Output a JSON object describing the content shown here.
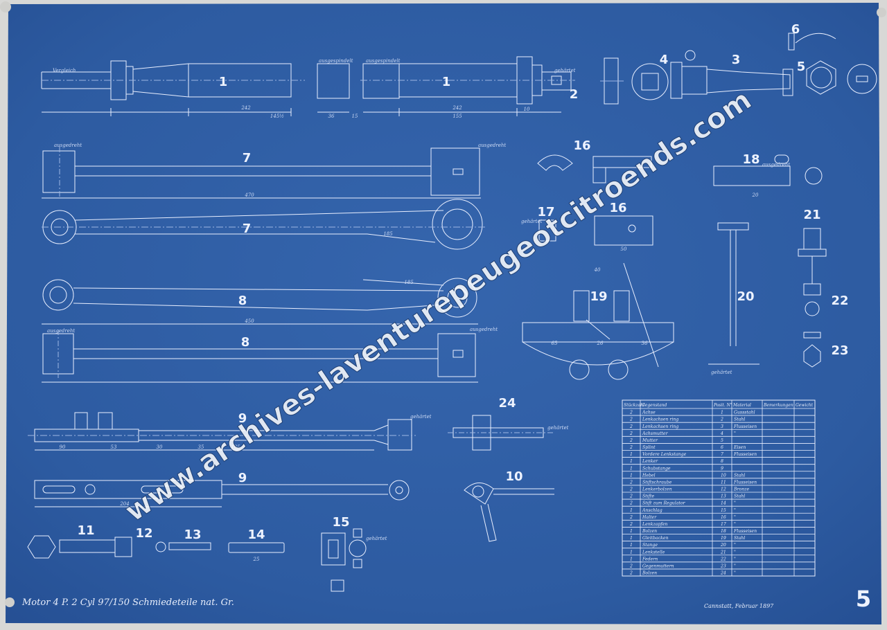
{
  "colors": {
    "paper": "#2f5fa6",
    "line": "#e9efff",
    "faint": "#9fb7e4",
    "margin": "#d8d8d6"
  },
  "parts": {
    "p1a": "1",
    "p1b": "1",
    "p2": "2",
    "p3": "3",
    "p4": "4",
    "p5": "5",
    "p6": "6",
    "p7a": "7",
    "p7b": "7",
    "p8a": "8",
    "p8b": "8",
    "p9a": "9",
    "p9b": "9",
    "p10": "10",
    "p11": "11",
    "p12": "12",
    "p13": "13",
    "p14": "14",
    "p15": "15",
    "p16a": "16",
    "p16b": "16",
    "p17": "17",
    "p18": "18",
    "p19": "19",
    "p20": "20",
    "p21": "21",
    "p22": "22",
    "p23": "23",
    "p24": "24"
  },
  "notes": {
    "vergleich": "Vergleich",
    "ausgespindelt": "ausgespindelt",
    "gehaertet": "gehärtet",
    "ausgedreht": "ausgedreht"
  },
  "dims": {
    "d242": "242",
    "d1452": "145½",
    "d155": "155",
    "d470": "470",
    "d450": "450",
    "d185": "185",
    "d204": "204",
    "d90": "90",
    "d65": "65",
    "d26": "26",
    "d36": "36",
    "d15": "15",
    "d40": "40",
    "d50": "50",
    "d53": "53",
    "d35": "35",
    "d30": "30",
    "d10": "10",
    "d20": "20",
    "d25": "25"
  },
  "parts_table": {
    "headers": [
      "Stückzahl",
      "Gegenstand",
      "Posit. N°",
      "Material",
      "Bemerkungen",
      "Gewicht"
    ],
    "rows": [
      [
        "2",
        "Achse",
        "1",
        "Gussstahl",
        "",
        ""
      ],
      [
        "2",
        "Lenkachsen ring",
        "2",
        "Stahl",
        "",
        ""
      ],
      [
        "2",
        "Lenkachsen ring",
        "3",
        "Flusseisen",
        "",
        ""
      ],
      [
        "2",
        "Achsmutter",
        "4",
        "\"",
        "",
        ""
      ],
      [
        "2",
        "Mutter",
        "5",
        "",
        "",
        ""
      ],
      [
        "2",
        "Splint",
        "6",
        "Eisen",
        "",
        ""
      ],
      [
        "1",
        "Vordere Lenkstange",
        "7",
        "Flusseisen",
        "",
        ""
      ],
      [
        "1",
        "Lenker",
        "8",
        "",
        "",
        ""
      ],
      [
        "1",
        "Schubstange",
        "9",
        "",
        "",
        ""
      ],
      [
        "1",
        "Hebel",
        "10",
        "Stahl",
        "",
        ""
      ],
      [
        "2",
        "Stiftschraube",
        "11",
        "Flusseisen",
        "",
        ""
      ],
      [
        "2",
        "Lenkerbolzen",
        "12",
        "Bronze",
        "",
        ""
      ],
      [
        "2",
        "Stifte",
        "13",
        "Stahl",
        "",
        ""
      ],
      [
        "2",
        "Stift zum Regulator",
        "14",
        "\"",
        "",
        ""
      ],
      [
        "1",
        "Anschlag",
        "15",
        "\"",
        "",
        ""
      ],
      [
        "2",
        "Halter",
        "16",
        "\"",
        "",
        ""
      ],
      [
        "2",
        "Lenkzapfen",
        "17",
        "\"",
        "",
        ""
      ],
      [
        "1",
        "Bolzen",
        "18",
        "Flusseisen",
        "",
        ""
      ],
      [
        "1",
        "Gleitbacken",
        "19",
        "Stahl",
        "",
        ""
      ],
      [
        "1",
        "Stange",
        "20",
        "\"",
        "",
        ""
      ],
      [
        "1",
        "Lenkstelle",
        "21",
        "\"",
        "",
        ""
      ],
      [
        "1",
        "Federn",
        "22",
        "\"",
        "",
        ""
      ],
      [
        "2",
        "Gegenmuttern",
        "23",
        "\"",
        "",
        ""
      ],
      [
        "2",
        "Bolzen",
        "24",
        "\"",
        "",
        ""
      ]
    ]
  },
  "footer": {
    "title": "Motor 4 P. 2 Cyl 97/150 Schmiedeteile nat. Gr.",
    "signature": "Cannstatt, Februar 1897"
  },
  "sheet_number": "5",
  "watermark": "www.archives-laventurepeugeotcitroends.com"
}
